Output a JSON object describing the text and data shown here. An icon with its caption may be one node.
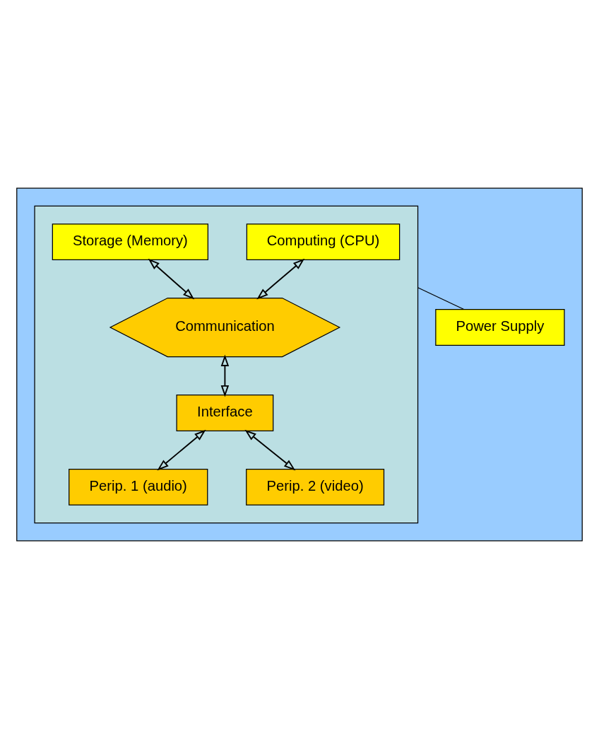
{
  "diagram": {
    "nodes": [
      {
        "text": [],
        "shape": "box"
      },
      {
        "text": [],
        "shape": "box",
        "in": 0
      },
      {
        "text": [
          "Computing (CPU)"
        ],
        "in": 1
      },
      {
        "text": [
          "Storage (Memory)"
        ],
        "in": 1
      },
      {
        "text": [
          "Communication"
        ],
        "in": 1
      },
      {
        "text": [
          "Interface"
        ],
        "in": 1
      },
      {
        "text": [
          "Perip. 1 (audio)"
        ],
        "in": 1
      },
      {
        "text": [
          "Perip. 2 (video)"
        ],
        "in": 1
      },
      {
        "text": [
          "Power Supply"
        ],
        "in": 0
      }
    ],
    "edges": [
      {
        "from": 2,
        "to": 4,
        "arrow": "both"
      },
      {
        "from": 3,
        "to": 4,
        "arrow": "both"
      },
      {
        "from": 4,
        "to": 5,
        "arrow": "both"
      },
      {
        "from": 5,
        "to": 6,
        "arrow": "both"
      },
      {
        "from": 5,
        "to": 7,
        "arrow": "both"
      },
      {
        "from": 1,
        "to": 8,
        "arrow": "none"
      }
    ]
  }
}
